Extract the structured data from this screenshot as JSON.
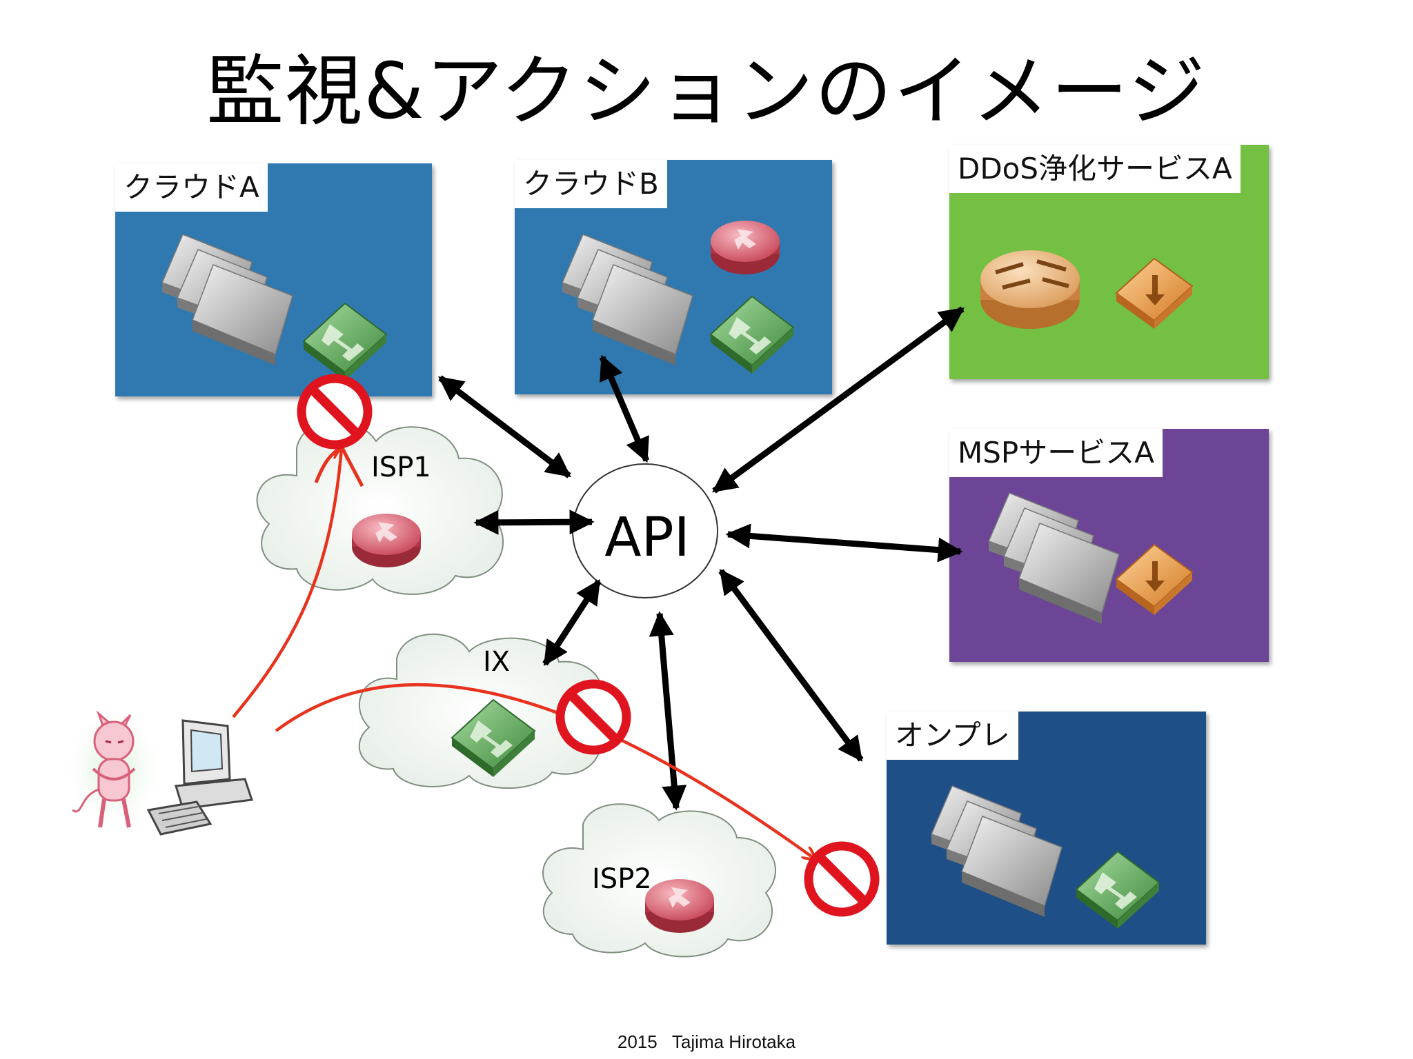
{
  "title": "監視&アクションのイメージ",
  "footer": "2015   Tajima Hirotaka",
  "center": {
    "label": "API"
  },
  "panels": [
    {
      "label": "クラウドA",
      "color": "#2f79b0"
    },
    {
      "label": "クラウドB",
      "color": "#2f79b0"
    },
    {
      "label": "DDoS浄化サービスA",
      "color": "#73c043"
    },
    {
      "label": "MSPサービスA",
      "color": "#6c4597"
    },
    {
      "label": "オンプレ",
      "color": "#1e4f86"
    }
  ],
  "clouds": [
    {
      "label": "ISP1"
    },
    {
      "label": "IX"
    },
    {
      "label": "ISP2"
    }
  ],
  "colors": {
    "arrow": "#000000",
    "attack": "#e8321e",
    "block": "#e0141e",
    "router": "#d9586a",
    "switch": "#5aa655",
    "firewall": "#e7a766",
    "filter": "#eb9a3c"
  }
}
